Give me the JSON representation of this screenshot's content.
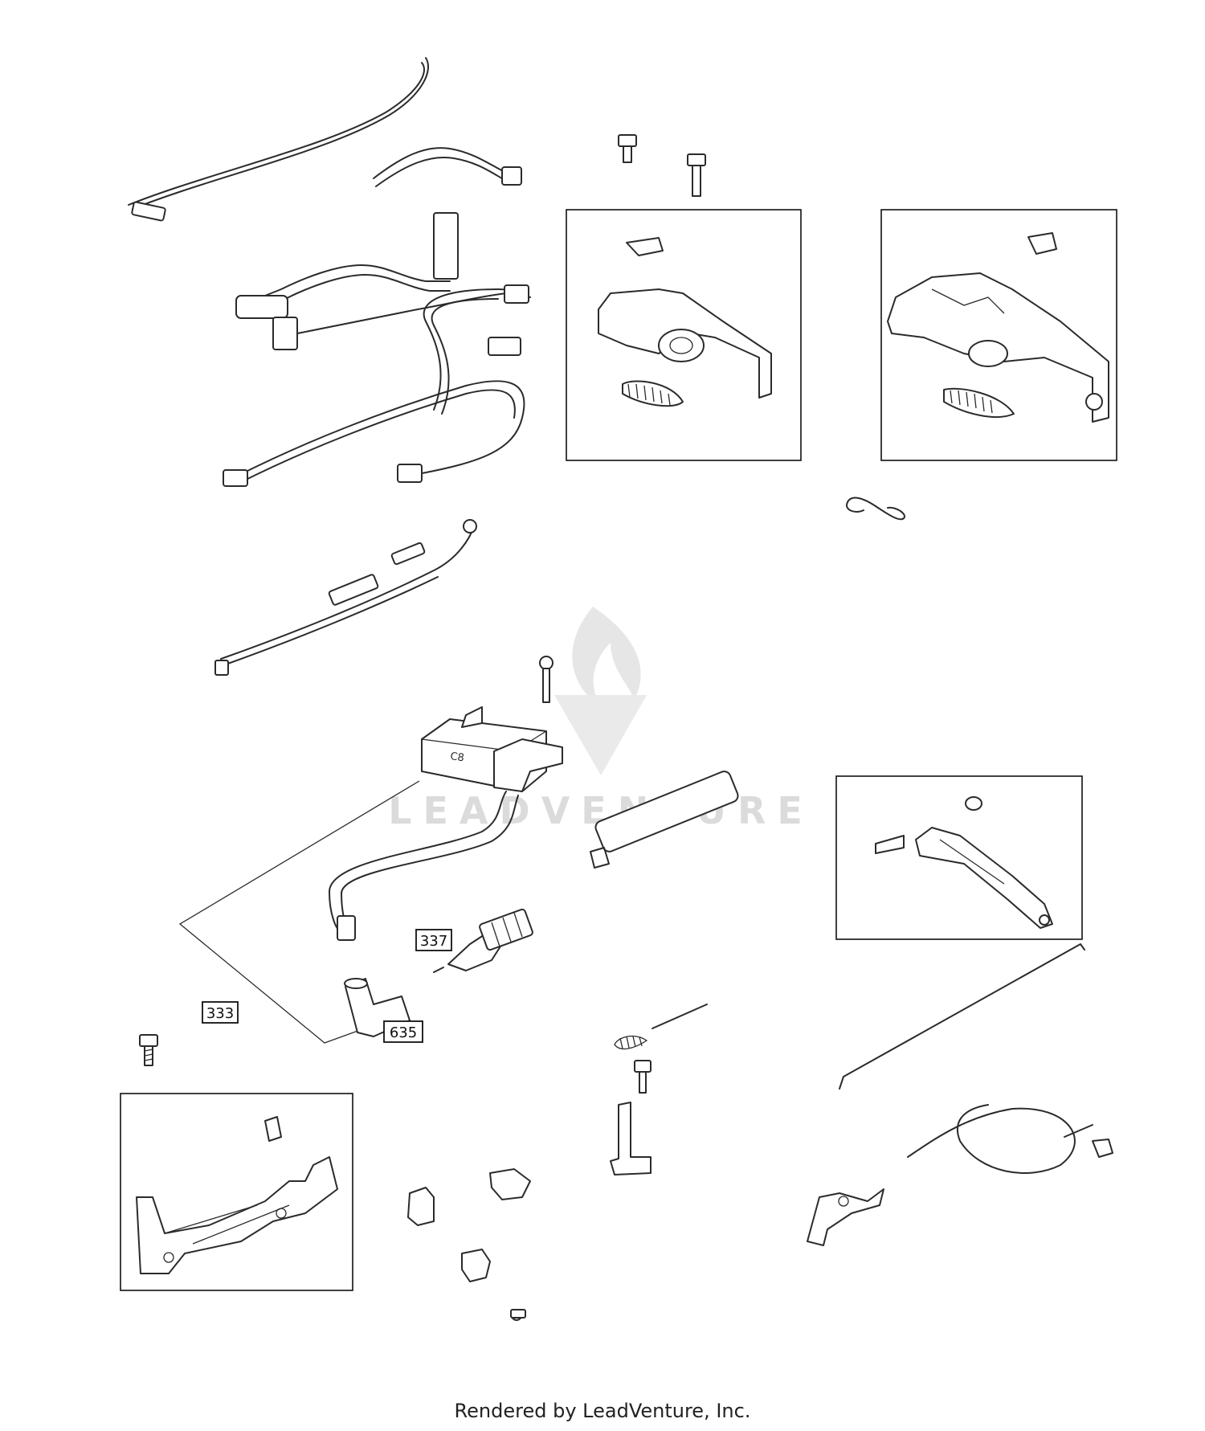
{
  "callouts": [
    {
      "id": "c337",
      "label": "337"
    },
    {
      "id": "c333",
      "label": "333"
    },
    {
      "id": "c635",
      "label": "635"
    }
  ],
  "watermark": {
    "text": "LEADVENTURE"
  },
  "coil_label": "C8",
  "footer": "Rendered by LeadVenture, Inc.",
  "colors": {
    "line": "#2b2b2b",
    "watermark": "#d8d8d8",
    "background": "#ffffff"
  }
}
